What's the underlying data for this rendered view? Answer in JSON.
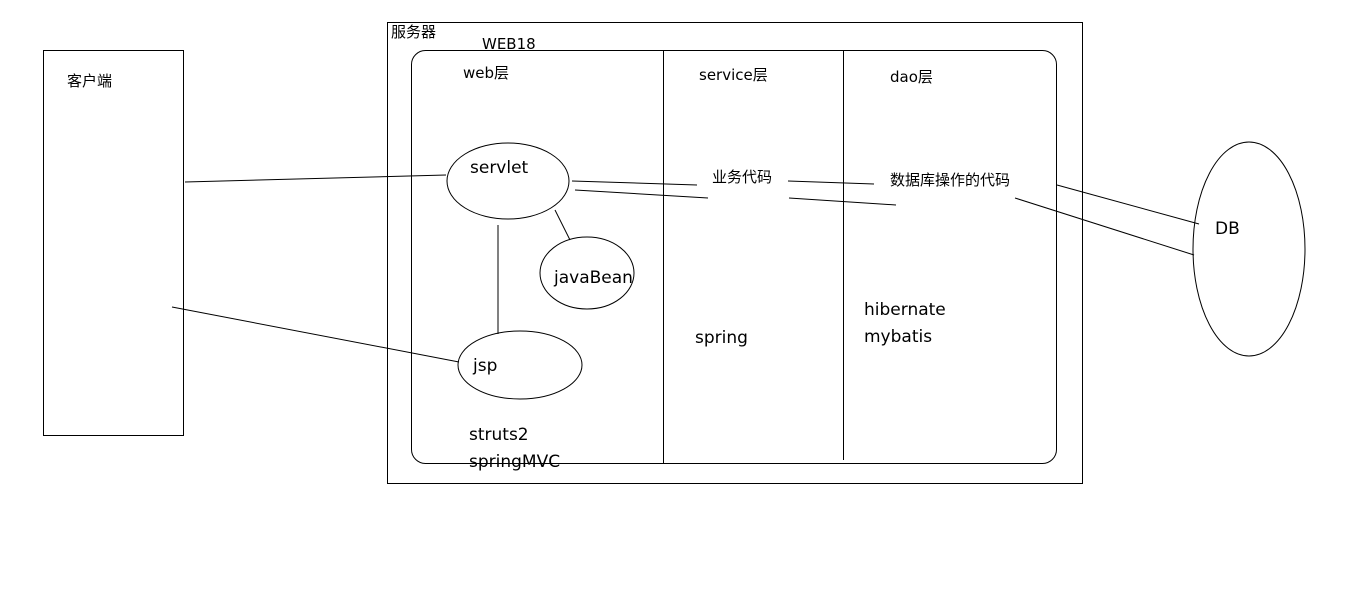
{
  "client": {
    "label": "客户端"
  },
  "server": {
    "label": "服务器",
    "app_name": "WEB18",
    "web_layer": {
      "title": "web层",
      "servlet": "servlet",
      "javabean": "javaBean",
      "jsp": "jsp",
      "frameworks": [
        "struts2",
        "springMVC"
      ]
    },
    "service_layer": {
      "title": "service层",
      "code": "业务代码",
      "frameworks": [
        "spring"
      ]
    },
    "dao_layer": {
      "title": "dao层",
      "code": "数据库操作的代码",
      "frameworks": [
        "hibernate",
        "mybatis"
      ]
    }
  },
  "database": {
    "label": "DB"
  }
}
